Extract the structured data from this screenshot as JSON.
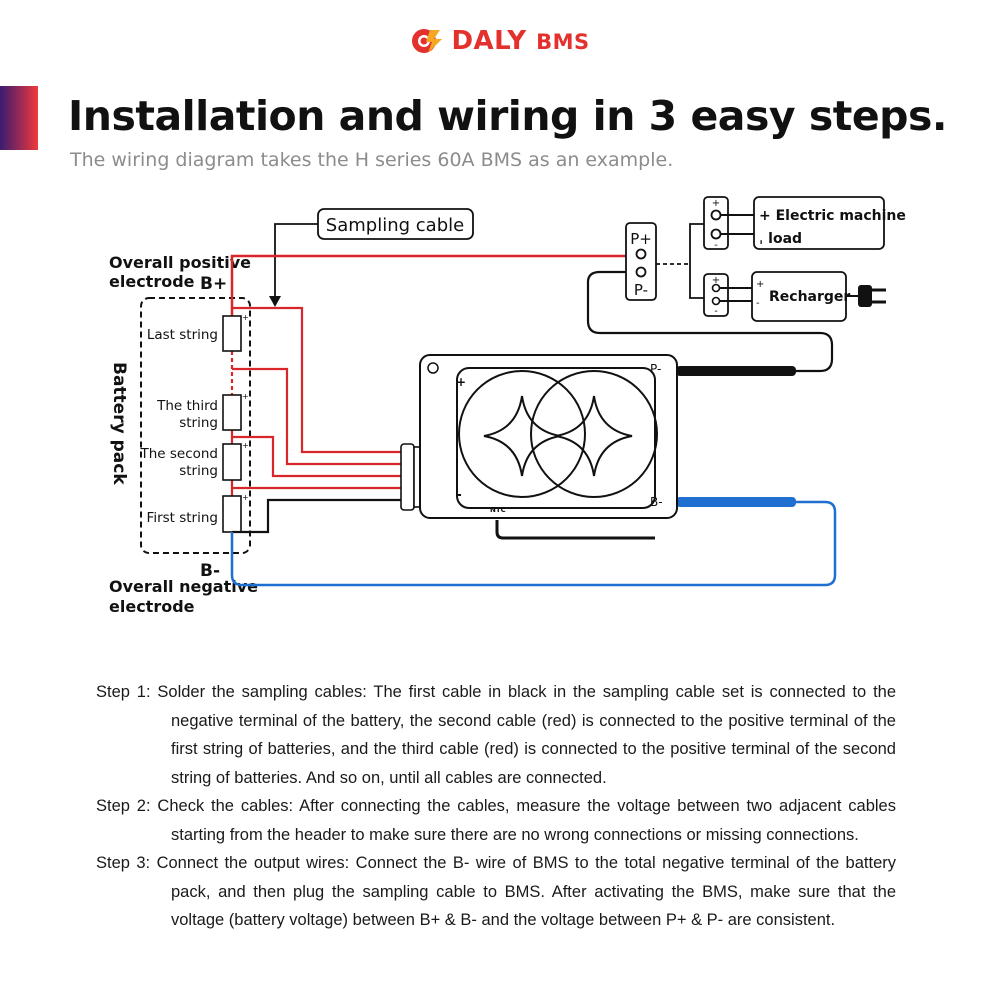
{
  "brand": {
    "name_main": "DALY",
    "name_sub": "BMS",
    "color": "#e3322e"
  },
  "header": {
    "title": "Installation and wiring in 3 easy steps.",
    "subtitle": "The wiring diagram takes the H series 60A BMS as an example."
  },
  "diagram": {
    "sampling_cable": "Sampling cable",
    "overall_positive_line1": "Overall positive",
    "overall_positive_line2": "electrode",
    "b_plus": "B+",
    "battery_pack": "Battery pack",
    "strings": {
      "last": "Last string",
      "third_line1": "The third",
      "third_line2": "string",
      "second_line1": "The second",
      "second_line2": "string",
      "first": "First string"
    },
    "b_minus": "B-",
    "overall_negative_line1": "Overall negative",
    "overall_negative_line2": "electrode",
    "p_plus": "P+",
    "p_minus": "P-",
    "motor_line1": "Electric machine",
    "motor_line2": "load",
    "recharger": "Recharger",
    "board": {
      "p_minus": "P-",
      "b_minus": "B-",
      "plus": "+",
      "minus": "-",
      "ntc": "NTC"
    },
    "plus_sign": "+",
    "minus_sign": "-",
    "colors": {
      "positive": "#d9262b",
      "negative": "#1f6fd1",
      "black": "#111111"
    }
  },
  "steps": [
    {
      "label": "Step 1:",
      "text": "Solder the sampling cables: The first cable in black in the sampling cable set is connected to the negative terminal of the battery, the second cable (red) is connected to the positive terminal of the first string of batteries, and the third cable (red) is connected to the positive terminal of the second string of batteries. And so on, until all cables are connected."
    },
    {
      "label": "Step 2:",
      "text": "Check the cables: After connecting the cables, measure the voltage between two adjacent cables starting from the header to make sure there are no wrong connections or missing connections."
    },
    {
      "label": "Step 3:",
      "text": "Connect the output wires: Connect the B- wire of BMS to the total negative terminal of the battery pack, and then plug the sampling cable to BMS. After activating the BMS, make sure that the voltage (battery voltage) between B+ & B- and the voltage between P+ & P- are consistent."
    }
  ]
}
